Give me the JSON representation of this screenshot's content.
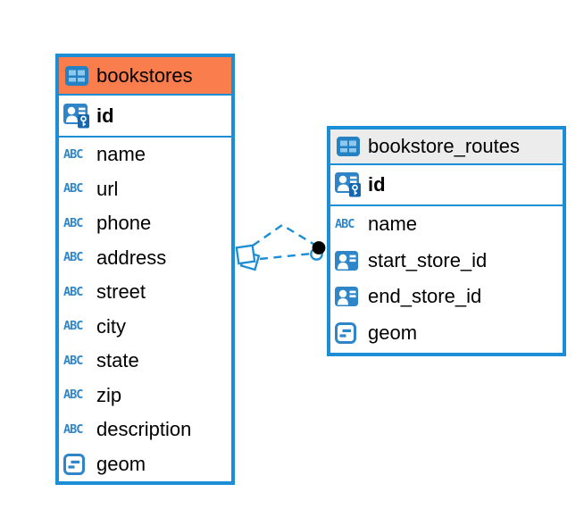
{
  "diagram": {
    "kind": "entity-relationship-diagram",
    "colors": {
      "table_border": "#1b8ed6",
      "selected_header": "#f97d4d",
      "default_header": "#ececec",
      "icon_blue": "#2e86c8",
      "relation_line": "#1b8ed6",
      "relation_dot": "#000000",
      "text": "#000000"
    },
    "icons": {
      "table_icon": "table-grid",
      "pk_icon": "person-with-key",
      "ref_icon": "person-card",
      "geometry_icon": "box-with-dashes",
      "text_glyph": "ABC",
      "relation_source_marker": "stacked-squares",
      "relation_target_marker": "black-dot-with-blue-ring"
    },
    "tables": [
      {
        "name": "bookstores",
        "header_state": "selected-orange",
        "pk": {
          "name": "id",
          "type": "primary-key"
        },
        "columns": [
          {
            "name": "name",
            "type": "text"
          },
          {
            "name": "url",
            "type": "text"
          },
          {
            "name": "phone",
            "type": "text"
          },
          {
            "name": "address",
            "type": "text"
          },
          {
            "name": "street",
            "type": "text"
          },
          {
            "name": "city",
            "type": "text"
          },
          {
            "name": "state",
            "type": "text"
          },
          {
            "name": "zip",
            "type": "text"
          },
          {
            "name": "description",
            "type": "text"
          },
          {
            "name": "geom",
            "type": "geometry"
          }
        ]
      },
      {
        "name": "bookstore_routes",
        "header_state": "default-gray",
        "pk": {
          "name": "id",
          "type": "primary-key"
        },
        "columns": [
          {
            "name": "name",
            "type": "text"
          },
          {
            "name": "start_store_id",
            "type": "reference"
          },
          {
            "name": "end_store_id",
            "type": "reference"
          },
          {
            "name": "geom",
            "type": "geometry"
          }
        ]
      }
    ],
    "relationships": [
      {
        "between": [
          "bookstores",
          "bookstore_routes"
        ],
        "line_style": "dashed",
        "path": "bent-upper"
      },
      {
        "between": [
          "bookstores",
          "bookstore_routes"
        ],
        "line_style": "dashed",
        "path": "straight-lower"
      }
    ]
  }
}
